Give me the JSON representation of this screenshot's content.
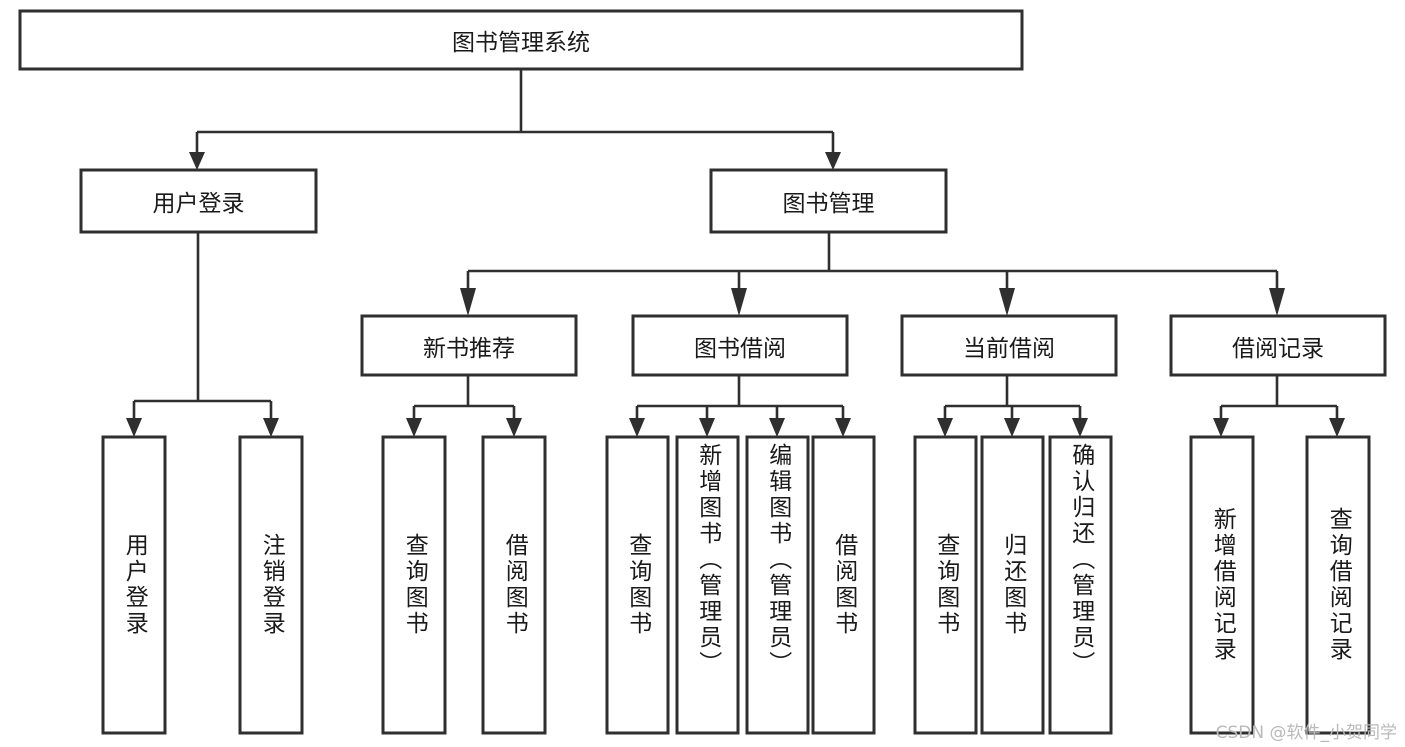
{
  "diagram": {
    "type": "tree-hierarchy",
    "title": "图书管理系统",
    "orientation": "top-down",
    "levels": 4,
    "colors": {
      "box_stroke": "#2f2f2f",
      "box_fill": "#ffffff",
      "connector": "#2f2f2f",
      "text": "#1a1a1a",
      "watermark": "#b9b9b9",
      "background": "#ffffff"
    },
    "root": {
      "label": "图书管理系统"
    },
    "level2": [
      {
        "id": "user-login",
        "label": "用户登录"
      },
      {
        "id": "book-management",
        "label": "图书管理"
      }
    ],
    "level3": [
      {
        "id": "new-book-recommend",
        "label": "新书推荐",
        "parent": "book-management"
      },
      {
        "id": "book-borrow",
        "label": "图书借阅",
        "parent": "book-management"
      },
      {
        "id": "current-borrow",
        "label": "当前借阅",
        "parent": "book-management"
      },
      {
        "id": "borrow-record",
        "label": "借阅记录",
        "parent": "book-management"
      }
    ],
    "leaves": [
      {
        "id": "leaf-user-login",
        "label": "用户登录",
        "parent": "user-login"
      },
      {
        "id": "leaf-logout",
        "label": "注销登录",
        "parent": "user-login"
      },
      {
        "id": "leaf-query-book-1",
        "label": "查询图书",
        "parent": "new-book-recommend"
      },
      {
        "id": "leaf-borrow-book-1",
        "label": "借阅图书",
        "parent": "new-book-recommend"
      },
      {
        "id": "leaf-query-book-2",
        "label": "查询图书",
        "parent": "book-borrow"
      },
      {
        "id": "leaf-add-book",
        "label": "新增图书（管理员）",
        "parent": "book-borrow"
      },
      {
        "id": "leaf-edit-book",
        "label": "编辑图书（管理员）",
        "parent": "book-borrow"
      },
      {
        "id": "leaf-borrow-book-2",
        "label": "借阅图书",
        "parent": "book-borrow"
      },
      {
        "id": "leaf-query-book-3",
        "label": "查询图书",
        "parent": "current-borrow"
      },
      {
        "id": "leaf-return-book",
        "label": "归还图书",
        "parent": "current-borrow"
      },
      {
        "id": "leaf-confirm-return",
        "label": "确认归还（管理员）",
        "parent": "current-borrow"
      },
      {
        "id": "leaf-add-record",
        "label": "新增借阅记录",
        "parent": "borrow-record"
      },
      {
        "id": "leaf-query-record",
        "label": "查询借阅记录",
        "parent": "borrow-record"
      }
    ]
  },
  "watermark": {
    "text": "CSDN @软件_小贺同学"
  }
}
